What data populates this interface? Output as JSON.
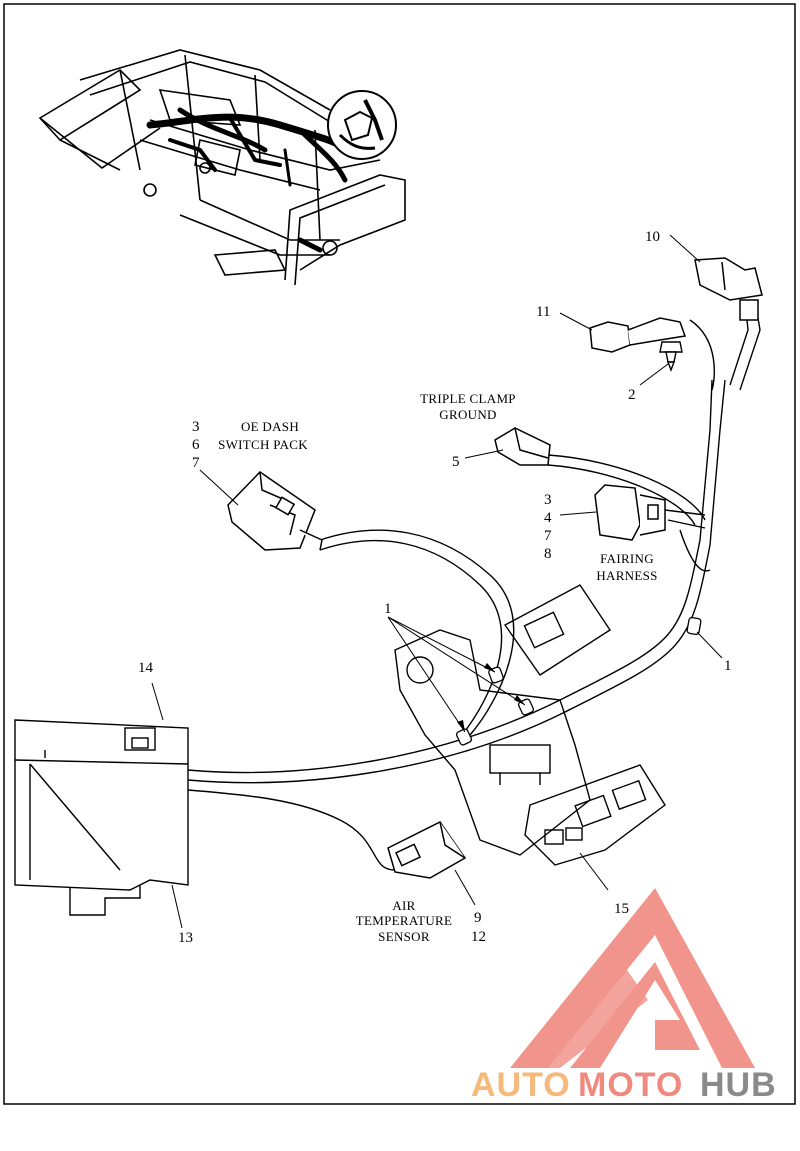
{
  "diagram": {
    "callouts": {
      "n1a": "1",
      "n1b": "1",
      "n2": "2",
      "n3a": "3",
      "n6": "6",
      "n7a": "7",
      "n3b": "3",
      "n4": "4",
      "n7b": "7",
      "n8": "8",
      "n5": "5",
      "n9": "9",
      "n12": "12",
      "n10": "10",
      "n11": "11",
      "n13": "13",
      "n14": "14",
      "n15": "15"
    },
    "captions": {
      "oe_dash_line1": "OE DASH",
      "oe_dash_line2": "SWITCH PACK",
      "triple_clamp_line1": "TRIPLE CLAMP",
      "triple_clamp_line2": "GROUND",
      "fairing_line1": "FAIRING",
      "fairing_line2": "HARNESS",
      "air_temp_line1": "AIR",
      "air_temp_line2": "TEMPERATURE",
      "air_temp_line3": "SENSOR"
    }
  },
  "watermark": {
    "part1": "AUTO",
    "part2": "MOTO",
    "part3": "HUB",
    "color_primary": "#f08a80",
    "color_secondary": "#f5b97a",
    "color_dark": "#8a8a8a"
  }
}
